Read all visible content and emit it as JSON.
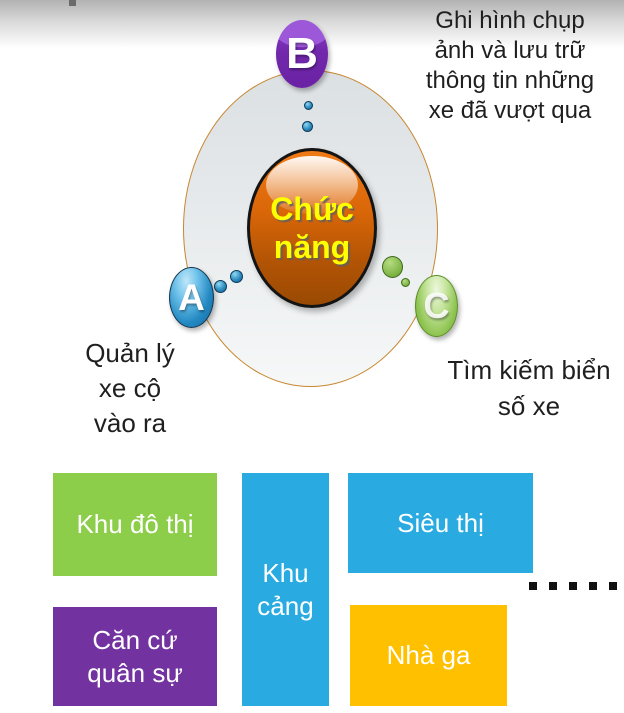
{
  "diagram": {
    "center_label_lines": [
      "Chức",
      "năng"
    ],
    "nodes": {
      "b": {
        "letter": "B",
        "label_lines": [
          "Ghi hình chụp",
          "ảnh và lưu trữ",
          "thông tin những",
          "xe đã vượt qua"
        ]
      },
      "a": {
        "letter": "A",
        "label_lines": [
          "Quản lý",
          "xe cộ",
          "vào ra"
        ]
      },
      "c": {
        "letter": "C",
        "label_lines": [
          "Tìm kiếm biển",
          "số xe"
        ]
      }
    }
  },
  "blocks": {
    "khu_do_thi": {
      "label": "Khu đô thị",
      "color": "#8cce4a"
    },
    "can_cu_quan_su": {
      "label_lines": [
        "Căn cứ",
        "quân sự"
      ],
      "color": "#7233a0"
    },
    "khu_cang": {
      "label_lines": [
        "Khu",
        "cảng"
      ],
      "color": "#29abe2"
    },
    "sieu_thi": {
      "label": "Siêu thị",
      "color": "#29abe2"
    },
    "nha_ga": {
      "label": "Nhà ga",
      "color": "#ffc000"
    }
  },
  "colors": {
    "bubble_b": "#7229ac",
    "bubble_a": "#2389c2",
    "bubble_c": "#8fc452",
    "center_ellipse": "#c85e08",
    "center_text": "#ffff00",
    "orbit_border": "#c8862e",
    "label_text": "#1f1f1f",
    "ellipsis_dot": "#111111"
  }
}
